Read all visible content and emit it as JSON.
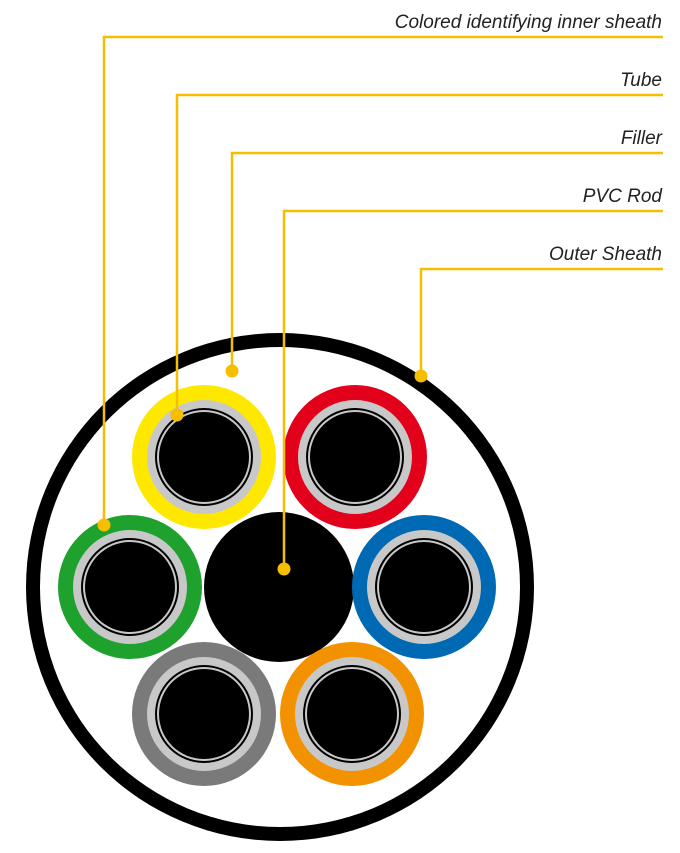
{
  "labels": {
    "inner_sheath": "Colored identifying inner sheath",
    "tube": "Tube",
    "filler": "Filler",
    "pvc_rod": "PVC Rod",
    "outer_sheath": "Outer Sheath"
  },
  "colors": {
    "callout": "#F5BE00",
    "outer_sheath": "#000000",
    "filler": "#FFFFFF",
    "tube": "#C8C8C8",
    "fiber_core": "#000000",
    "pvc_rod": "#000000",
    "inner_sheaths": {
      "yellow": "#FFE800",
      "red": "#E3001B",
      "green": "#1FA12E",
      "blue": "#0069B4",
      "gray": "#7A7A7A",
      "orange": "#F39200"
    }
  }
}
